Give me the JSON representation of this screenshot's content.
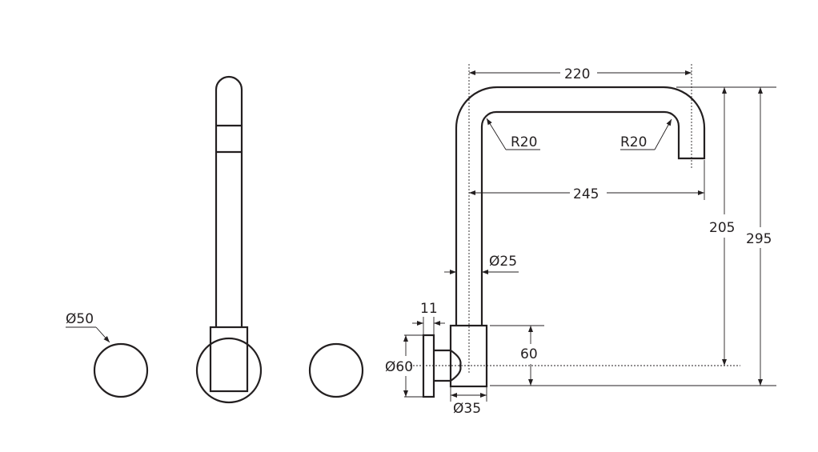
{
  "dimensions": {
    "plate_diameter": "Ø50",
    "flange_width": "11",
    "flange_diameter": "Ø60",
    "body_diameter": "Ø35",
    "body_height": "60",
    "tube_diameter": "Ø25",
    "spout_reach_center": "220",
    "spout_reach_overall": "245",
    "bend_radius_left": "R20",
    "bend_radius_right": "R20",
    "outlet_height": "205",
    "overall_height": "295"
  }
}
